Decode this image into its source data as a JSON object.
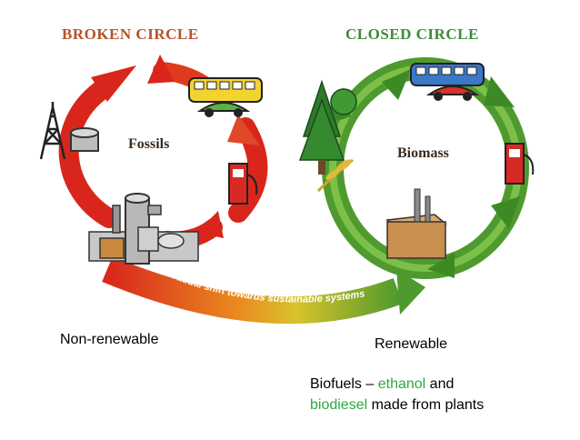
{
  "titles": {
    "broken": "BROKEN CIRCLE",
    "closed": "CLOSED CIRCLE"
  },
  "labels": {
    "fossils": "Fossils",
    "biomass": "Biomass",
    "arrow_text": "Gradual shift towards sustainable systems",
    "non_renewable": "Non-renewable",
    "renewable": "Renewable"
  },
  "caption": {
    "part1": "Biofuels – ",
    "highlight1": "ethanol",
    "part2": " and",
    "highlight2": "biodiesel",
    "part3": " made from plants"
  },
  "colors": {
    "broken_title": "#b5532a",
    "closed_title": "#3f8a3a",
    "red_arrow": "#d9261c",
    "green_arrow": "#4f9a2e",
    "highlight_text": "#2eaa3f"
  },
  "icons": [
    "oil-derrick-icon",
    "storage-tank-icon",
    "refinery-icon",
    "bus-icon",
    "car-icon",
    "fuel-pump-icon",
    "tree-icon",
    "wheat-icon",
    "biomass-box-icon"
  ]
}
